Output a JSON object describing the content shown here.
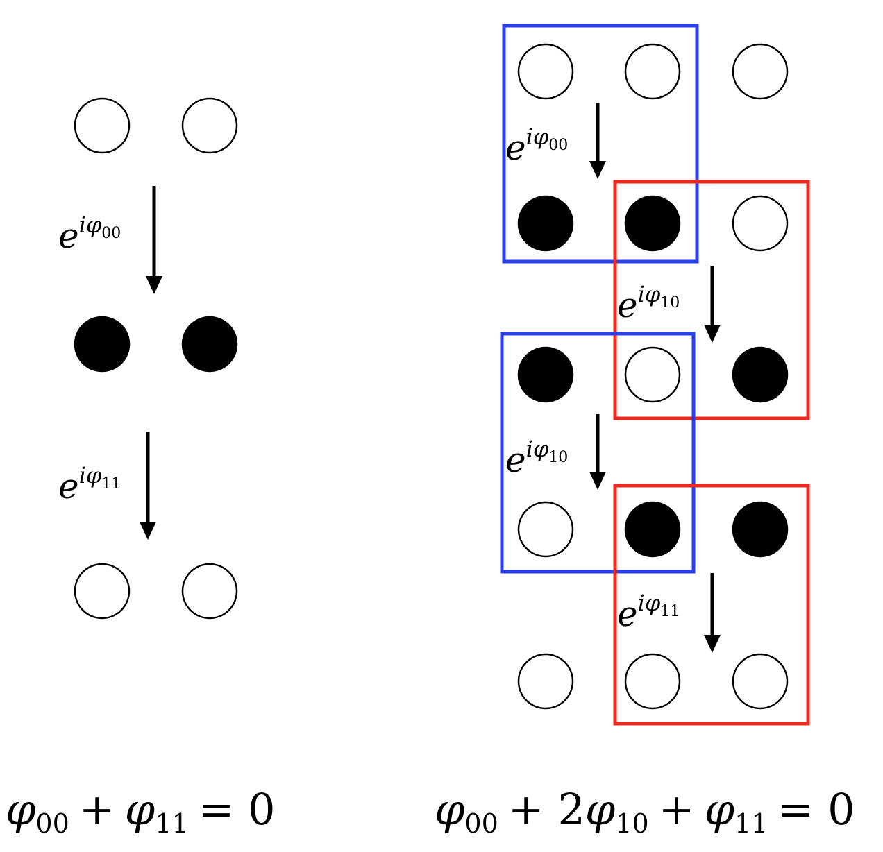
{
  "colors": {
    "background": "#ffffff",
    "stroke": "#000000",
    "filled_site": "#000000",
    "empty_site": "#ffffff",
    "blue_box": "#2a3ff0",
    "red_box": "#f0281e"
  },
  "left_panel": {
    "rows": [
      [
        "empty",
        "empty"
      ],
      [
        "filled",
        "filled"
      ],
      [
        "empty",
        "empty"
      ]
    ],
    "arrows": [
      {
        "base": "e",
        "sup_italic": "iφ",
        "sup_sub": "00"
      },
      {
        "base": "e",
        "sup_italic": "iφ",
        "sup_sub": "11"
      }
    ],
    "equation": {
      "phi_1": "φ",
      "sub_1": "00",
      "plus_1": "+",
      "phi_2": "φ",
      "sub_2": "11",
      "equals": "= 0"
    }
  },
  "right_panel": {
    "rows": [
      [
        "empty",
        "empty",
        "empty"
      ],
      [
        "filled",
        "filled",
        "empty"
      ],
      [
        "filled",
        "empty",
        "filled"
      ],
      [
        "empty",
        "filled",
        "filled"
      ],
      [
        "empty",
        "empty",
        "empty"
      ]
    ],
    "arrows": [
      {
        "base": "e",
        "sup_italic": "iφ",
        "sup_sub": "00"
      },
      {
        "base": "e",
        "sup_italic": "iφ",
        "sup_sub": "10"
      },
      {
        "base": "e",
        "sup_italic": "iφ",
        "sup_sub": "10"
      },
      {
        "base": "e",
        "sup_italic": "iφ",
        "sup_sub": "11"
      }
    ],
    "boxes": [
      {
        "color": "blue"
      },
      {
        "color": "red"
      },
      {
        "color": "blue"
      },
      {
        "color": "red"
      }
    ],
    "equation": {
      "phi_1": "φ",
      "sub_1": "00",
      "plus_1": "+ 2",
      "phi_2": "φ",
      "sub_2": "10",
      "plus_2": "+",
      "phi_3": "φ",
      "sub_3": "11",
      "equals": "= 0"
    }
  }
}
